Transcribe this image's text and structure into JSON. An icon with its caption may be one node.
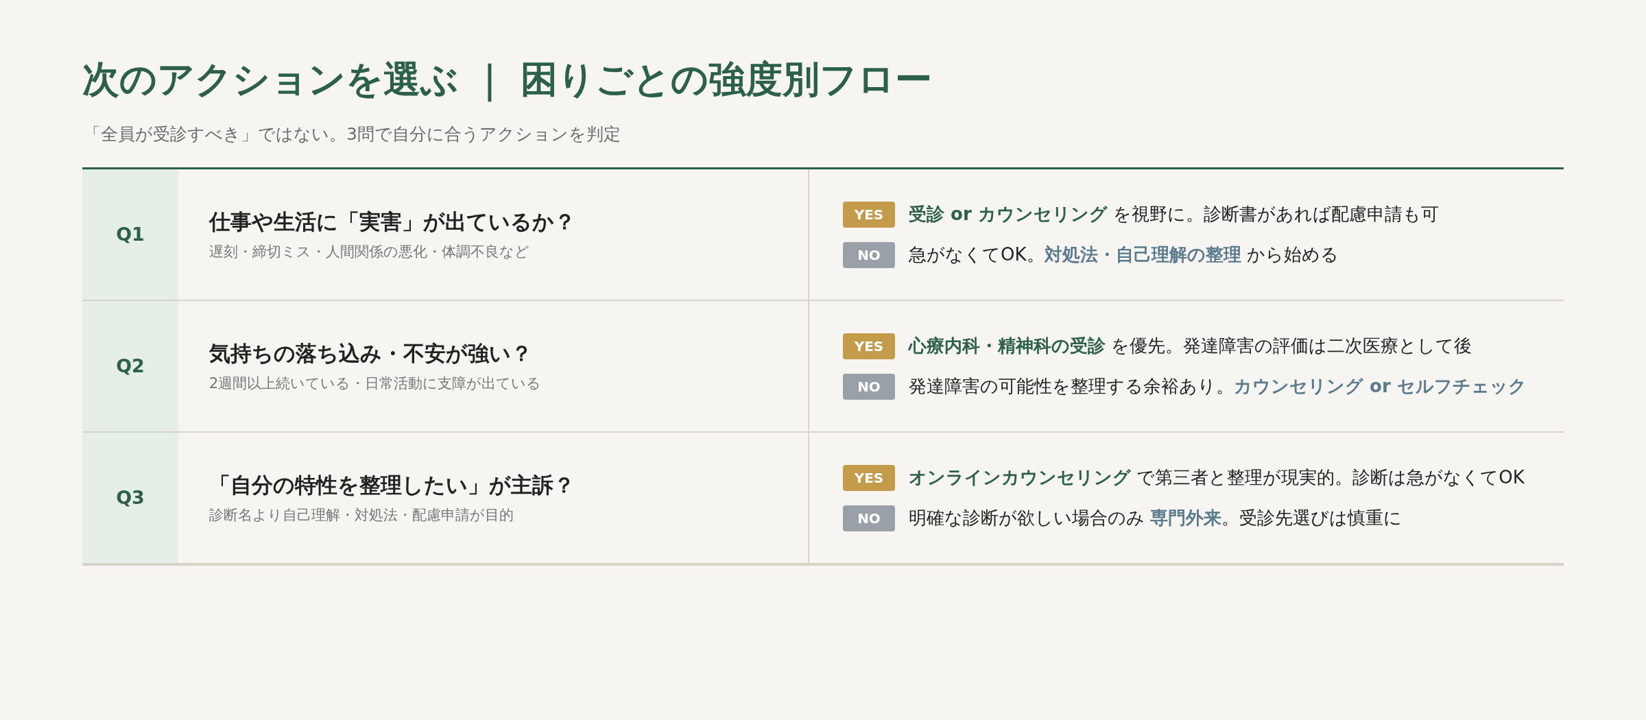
{
  "diagram": {
    "title": "次のアクションを選ぶ ｜ 困りごとの強度別フロー",
    "labels": [
      "「全員が受診すべき」ではない。3問で自分に合うアクションを判定",
      "Q1",
      "仕事や生活に「実害」が出ているか？",
      "遅刻・締切ミス・人間関係の悪化・体調不良など",
      "YES",
      "**受診 or カウンセリング** を視野に。診断書があれば配慮申請も可",
      "NO",
      "急がなくてOK。**対処法・自己理解の整理** から始める",
      "Q2",
      "気持ちの落ち込み・不安が強い？",
      "2週間以上続いている・日常活動に支障が出ている",
      "YES",
      "**心療内科・精神科の受診** を優先。発達障害の評価は二次医療として後",
      "NO",
      "発達障害の可能性を整理する余裕あり。**カウンセリング or セルフチェック**",
      "Q3",
      "「自分の特性を整理したい」が主訴？",
      "診断名より自己理解・対処法・配慮申請が目的",
      "YES",
      "**オンラインカウンセリング** で第三者と整理が現実的。診断は急がなくてOK",
      "NO",
      "明確な診断が欲しい場合のみ **専門外来**。受診先選びは慎重に"
    ]
  }
}
